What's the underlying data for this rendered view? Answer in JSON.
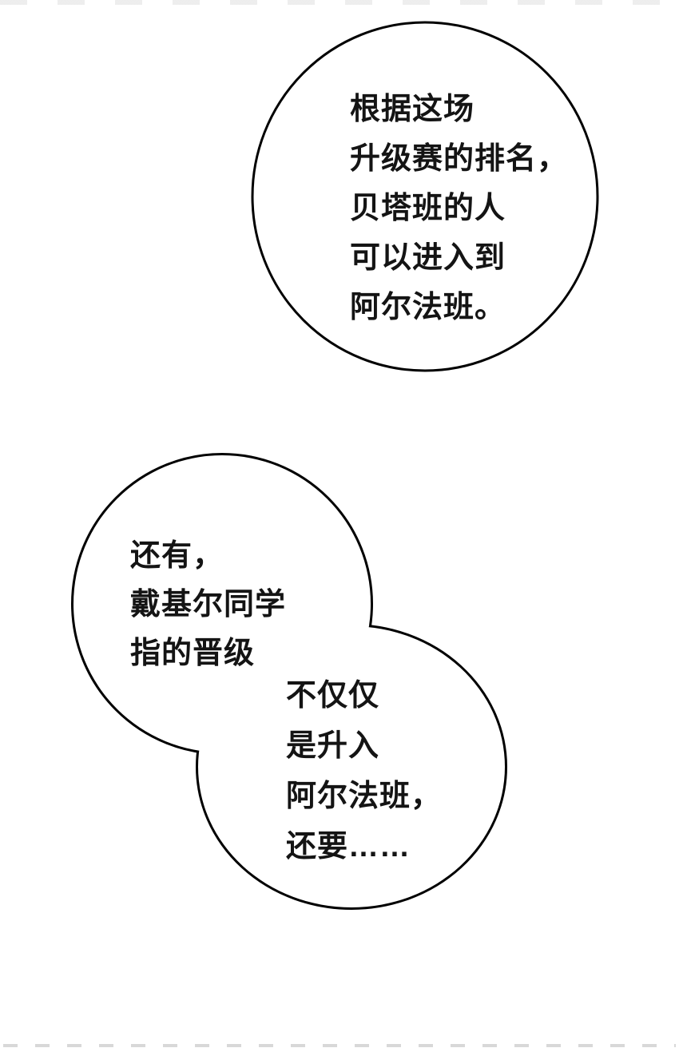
{
  "page": {
    "background_color": "#ffffff",
    "ink_color": "#141414",
    "outline_color": "#000000",
    "bubble_fill": "#ffffff"
  },
  "bubbles": [
    {
      "id": "bubble-top",
      "shape": "ellipse",
      "lines": [
        "根据这场",
        "升级赛的排名，",
        "贝塔班的人",
        "可以进入到",
        "阿尔法班。"
      ]
    },
    {
      "id": "bubble-left",
      "shape": "circle-merged",
      "lines": [
        "还有，",
        "戴基尔同学",
        "指的晋级"
      ]
    },
    {
      "id": "bubble-right",
      "shape": "circle-merged",
      "lines": [
        "不仅仅",
        "是升入",
        "阿尔法班，",
        "还要……"
      ]
    }
  ]
}
